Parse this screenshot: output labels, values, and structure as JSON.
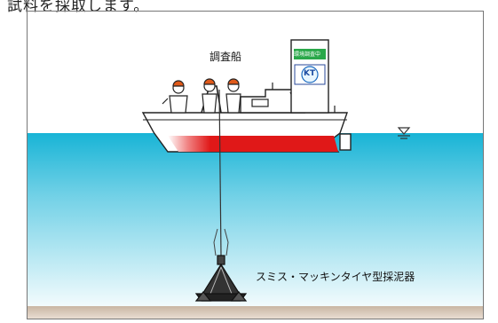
{
  "caption_top": "試料を採取します。",
  "labels": {
    "ship": "調査船",
    "sampler": "スミス・マッキンタイヤ型採泥器",
    "sign_top": "環境調査中",
    "sign_logo": "KT"
  },
  "colors": {
    "sky": "#ffffff",
    "water_top": "#1ab8d8",
    "water_bottom": "#e8f8fc",
    "seabed": "#c8b4a0",
    "hull_red": "#e01818",
    "hull_white": "#ffffff",
    "sign_green": "#2aa84a"
  }
}
